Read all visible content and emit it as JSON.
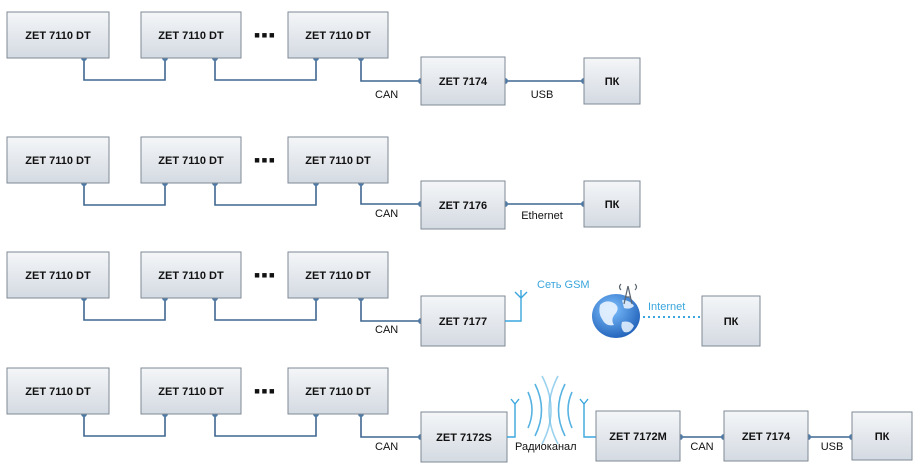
{
  "colors": {
    "box_fill_top": "#f4f6f8",
    "box_fill_bottom": "#d4dae2",
    "box_border": "#7f8994",
    "line": "#3f6690",
    "node": "#4f7aa6",
    "wireless": "#3aa6dd",
    "globe": "#1f6fcf"
  },
  "rows": [
    {
      "devices": [
        "ZET 7110 DT",
        "ZET 7110 DT",
        "ZET 7110 DT"
      ],
      "ellipsis": "▪▪▪",
      "bus_label": "CAN",
      "hub": "ZET 7174",
      "uplink_label": "USB",
      "target": "ПК"
    },
    {
      "devices": [
        "ZET 7110 DT",
        "ZET 7110 DT",
        "ZET 7110 DT"
      ],
      "ellipsis": "▪▪▪",
      "bus_label": "CAN",
      "hub": "ZET 7176",
      "uplink_label": "Ethernet",
      "target": "ПК"
    },
    {
      "devices": [
        "ZET 7110 DT",
        "ZET 7110 DT",
        "ZET 7110 DT"
      ],
      "ellipsis": "▪▪▪",
      "bus_label": "CAN",
      "hub": "ZET 7177",
      "gsm_label": "Сеть GSM",
      "internet_label": "Internet",
      "target": "ПК"
    },
    {
      "devices": [
        "ZET 7110 DT",
        "ZET 7110 DT",
        "ZET 7110 DT"
      ],
      "ellipsis": "▪▪▪",
      "bus_label": "CAN",
      "hub": "ZET 7172S",
      "radio_label": "Радиоканал",
      "receiver": "ZET 7172M",
      "receiver_link_label": "CAN",
      "second_hub": "ZET 7174",
      "uplink_label": "USB",
      "target": "ПК"
    }
  ]
}
